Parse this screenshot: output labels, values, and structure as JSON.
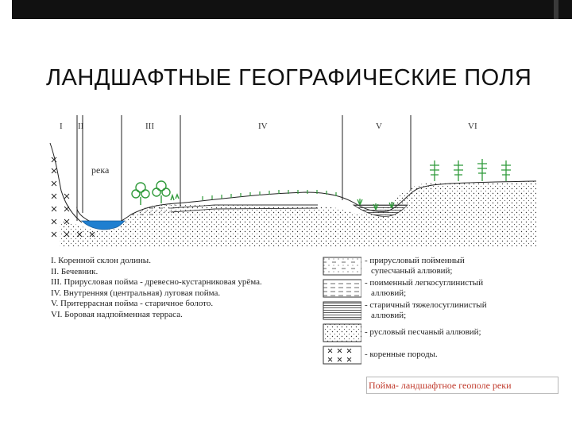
{
  "title": "ЛАНДШАФТНЫЕ ГЕОГРАФИЧЕСКИЕ ПОЛЯ",
  "zone_labels": [
    "I",
    "II",
    "III",
    "IV",
    "V",
    "VI"
  ],
  "river_label": "река",
  "zone_descriptions": [
    "I. Коренной склон долины.",
    "II. Бечевник.",
    "III. Прирусловая пойма - древесно-кустарниковая урёма.",
    "IV. Внутренняя (центральная) луговая пойма.",
    "V. Притеррасная пойма - старичное болото.",
    "VI. Боровая надпойменная терраса."
  ],
  "legend": [
    {
      "pattern": "dots-dashes",
      "text": [
        "- прирусловый пойменный",
        "супесчаный аллювий;"
      ]
    },
    {
      "pattern": "dashes",
      "text": [
        "- поименный легкосуглинистый",
        "аллювий;"
      ]
    },
    {
      "pattern": "lines",
      "text": [
        "- старичный тяжелосуглинистый",
        "аллювий;"
      ]
    },
    {
      "pattern": "dots",
      "text": [
        "- русловый песчаный аллювий;"
      ]
    },
    {
      "pattern": "crosses",
      "text": [
        "- коренные породы."
      ]
    }
  ],
  "caption": "Пойма- ландшафтное геополе реки",
  "colors": {
    "water": "#1f7fd0",
    "caption": "#c0392b",
    "vegetation": "#2f9a3a"
  }
}
